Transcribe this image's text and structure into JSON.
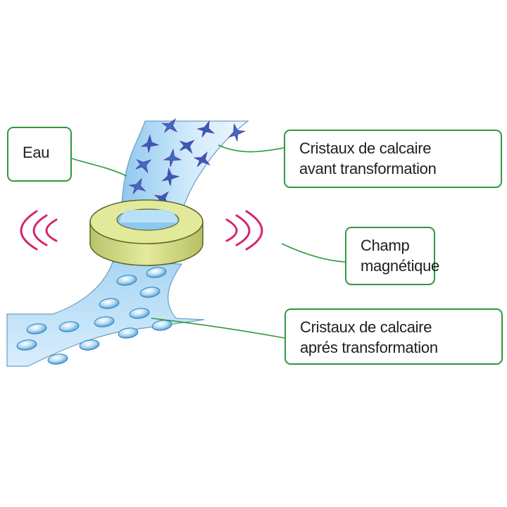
{
  "labels": {
    "eau": "Eau",
    "avant_line1": "Cristaux de calcaire",
    "avant_line2": "avant transformation",
    "champ_line1": "Champ",
    "champ_line2": "magnétique",
    "apres_line1": "Cristaux de calcaire",
    "apres_line2": "aprés transformation"
  },
  "colors": {
    "callout_border": "#2e9a3c",
    "magnetic_waves": "#d6246e",
    "ring": "#d7e08a",
    "water": "#c9e6f9",
    "crystals_before": "#2f5fb8",
    "crystals_after": "#5aa7d8"
  }
}
